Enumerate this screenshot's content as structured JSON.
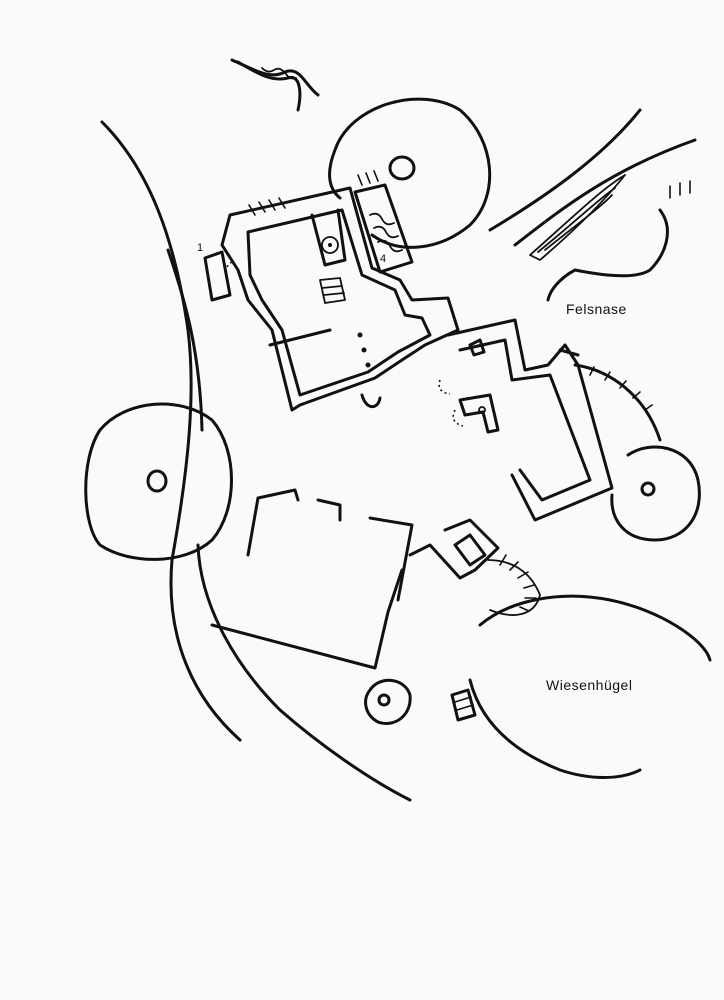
{
  "labels": {
    "felsnase": "Felsnase",
    "wiesenhuegel": "Wiesenhügel",
    "marker_1": "1",
    "marker_4": "4"
  },
  "colors": {
    "ink": "#111111",
    "paper": "#fafafa"
  }
}
